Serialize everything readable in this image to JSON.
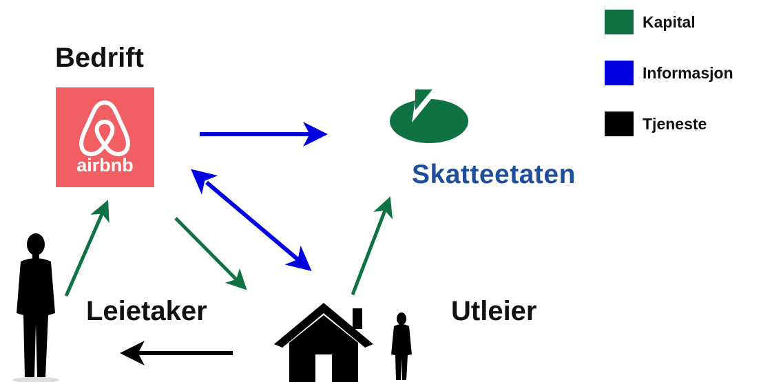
{
  "diagram": {
    "entities": {
      "bedrift_label": "Bedrift",
      "leietaker_label": "Leietaker",
      "utleier_label": "Utleier",
      "skatteetaten_label": "Skatteetaten",
      "airbnb_wordmark": "airbnb"
    },
    "legend": [
      {
        "label": "Kapital",
        "color": "#0e7243"
      },
      {
        "label": "Informasjon",
        "color": "#0000e0"
      },
      {
        "label": "Tjeneste",
        "color": "#000000"
      }
    ],
    "flows": [
      {
        "type": "Informasjon",
        "from": "Bedrift",
        "to": "Skatteetaten",
        "direction": "one-way"
      },
      {
        "type": "Informasjon",
        "from": "Bedrift",
        "to": "Utleier",
        "direction": "two-way"
      },
      {
        "type": "Kapital",
        "from": "Bedrift",
        "to": "Utleier",
        "direction": "one-way"
      },
      {
        "type": "Kapital",
        "from": "Leietaker",
        "to": "Bedrift",
        "direction": "one-way"
      },
      {
        "type": "Kapital",
        "from": "Utleier",
        "to": "Skatteetaten",
        "direction": "one-way"
      },
      {
        "type": "Tjeneste",
        "from": "Utleier",
        "to": "Leietaker",
        "direction": "one-way"
      }
    ],
    "colors": {
      "kapital": "#0e7243",
      "informasjon": "#0000e0",
      "tjeneste": "#000000",
      "airbnb_bg": "#f25f63",
      "skatteetaten_logo": "#0e7243",
      "skatteetaten_text": "#1f4f9c"
    }
  }
}
